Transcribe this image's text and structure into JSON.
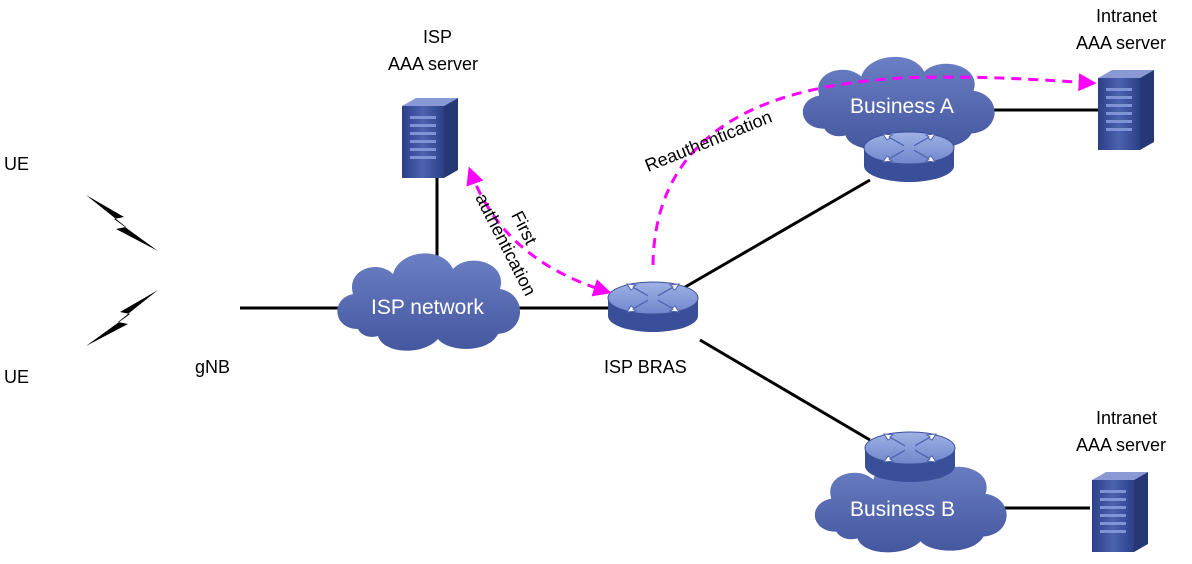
{
  "labels": {
    "ue_top": "UE",
    "ue_bottom": "UE",
    "gnb": "gNB",
    "isp_aaa_line1": "ISP",
    "isp_aaa_line2": "AAA server",
    "isp_network": "ISP network",
    "isp_bras": "ISP BRAS",
    "business_a": "Business A",
    "business_b": "Business B",
    "intranet_a_line1": "Intranet",
    "intranet_a_line2": "AAA server",
    "intranet_b_line1": "Intranet",
    "intranet_b_line2": "AAA server",
    "first_auth_line1": "First",
    "first_auth_line2": "authentication",
    "reauth": "Reauthentication"
  },
  "colors": {
    "auth_arrow": "#ff00ff",
    "cloud": "#4a5da8",
    "device": "#3d52a0",
    "link": "#000000"
  },
  "icons": {
    "wireless": "lightning-bolt-icon",
    "server": "server-tower-icon",
    "router": "router-icon",
    "cloud": "cloud-icon"
  }
}
